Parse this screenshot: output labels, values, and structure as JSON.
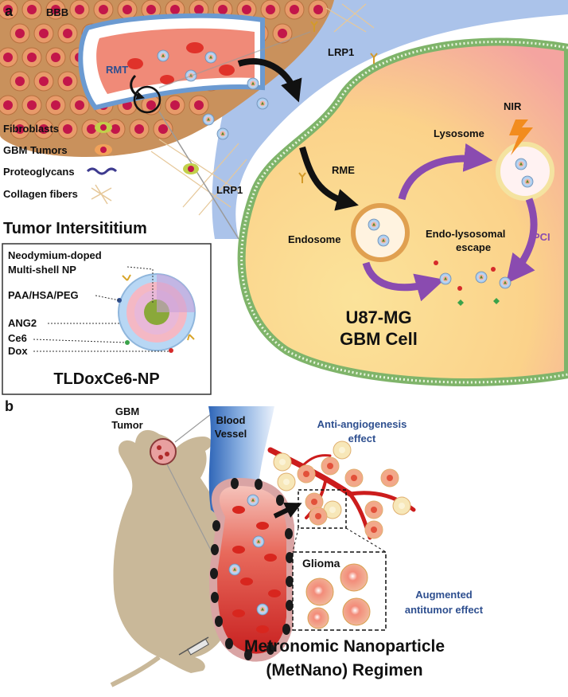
{
  "panel_a": {
    "letter": "a",
    "labels": {
      "bbb": "BBB",
      "rmt": "RMT",
      "lrp1_top": "LRP1",
      "lrp1_bottom": "LRP1",
      "rme": "RME",
      "lysosome": "Lysosome",
      "nir": "NIR",
      "endosome": "Endosome",
      "endo_escape_line1": "Endo-lysosomal",
      "endo_escape_line2": "escape",
      "pci": "PCI",
      "cell_line1": "U87-MG",
      "cell_line2": "GBM Cell",
      "tumor_interstitium": "Tumor Intersititium"
    },
    "legend": [
      {
        "label": "Fibroblasts",
        "icon": "fibroblast-icon"
      },
      {
        "label": "GBM Tumors",
        "icon": "gbm-tumor-icon"
      },
      {
        "label": "Proteoglycans",
        "icon": "proteoglycan-icon"
      },
      {
        "label": "Collagen fibers",
        "icon": "collagen-icon"
      }
    ],
    "nanoparticle": {
      "title": "TLDoxCe6-NP",
      "labels": [
        "Neodymium-doped",
        "Multi-shell NP",
        "PAA/HSA/PEG",
        "ANG2",
        "Ce6",
        "Dox"
      ]
    }
  },
  "panel_b": {
    "letter": "b",
    "labels": {
      "gbm_line1": "GBM",
      "gbm_line2": "Tumor",
      "vessel_line1": "Blood",
      "vessel_line2": "Vessel",
      "anti_line1": "Anti-angiogenesis",
      "anti_line2": "effect",
      "glioma": "Glioma",
      "aug_line1": "Augmented",
      "aug_line2": "antitumor effect",
      "regimen_line1": "Metronomic Nanoparticle",
      "regimen_line2": "(MetNano) Regimen"
    }
  },
  "colors": {
    "cell_fill": "#fbd98a",
    "membrane": "#9cc98a",
    "vessel_red": "#d8362a",
    "interstitium_blue": "#8fb0e0",
    "arrow_purple": "#8a4bb0",
    "label_blue": "#2e4f8f",
    "mouse": "#c9b899"
  }
}
